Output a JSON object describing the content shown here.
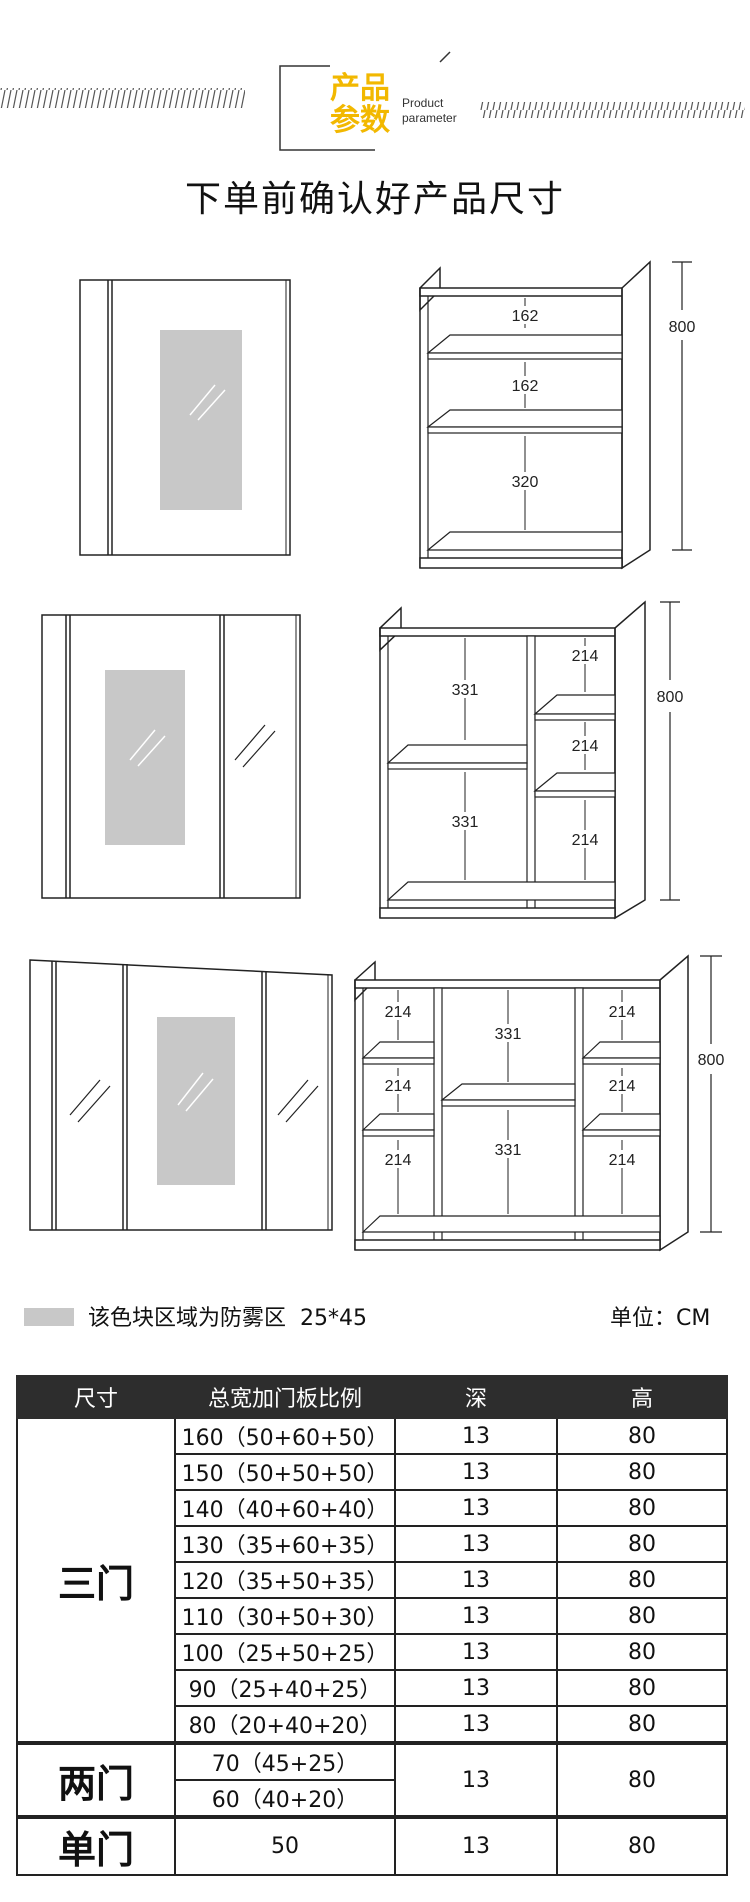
{
  "header": {
    "title_line1": "产品",
    "title_line2": "参数",
    "subtitle_en_line1": "Product",
    "subtitle_en_line2": "parameter"
  },
  "subtitle": "下单前确认好产品尺寸",
  "diagrams": {
    "single": {
      "heights": [
        "162",
        "162",
        "320"
      ],
      "total_height": "800"
    },
    "double": {
      "left": [
        "331",
        "331"
      ],
      "right": [
        "214",
        "214",
        "214"
      ],
      "total_height": "800"
    },
    "triple": {
      "left": [
        "214",
        "214",
        "214"
      ],
      "middle": [
        "331",
        "331"
      ],
      "right": [
        "214",
        "214",
        "214"
      ],
      "total_height": "800"
    }
  },
  "legend": {
    "text": "该色块区域为防雾区  25*45",
    "unit": "单位：CM",
    "swatch_color": "#c8c8c8"
  },
  "table": {
    "headers": [
      "尺寸",
      "总宽加门板比例",
      "深",
      "高"
    ],
    "groups": [
      {
        "label": "三门",
        "rows": [
          {
            "width": "160（50+60+50）",
            "depth": "13",
            "height": "80"
          },
          {
            "width": "150（50+50+50）",
            "depth": "13",
            "height": "80"
          },
          {
            "width": "140（40+60+40）",
            "depth": "13",
            "height": "80"
          },
          {
            "width": "130（35+60+35）",
            "depth": "13",
            "height": "80"
          },
          {
            "width": "120（35+50+35）",
            "depth": "13",
            "height": "80"
          },
          {
            "width": "110（30+50+30）",
            "depth": "13",
            "height": "80"
          },
          {
            "width": "100（25+50+25）",
            "depth": "13",
            "height": "80"
          },
          {
            "width": "90（25+40+25）",
            "depth": "13",
            "height": "80"
          },
          {
            "width": "80（20+40+20）",
            "depth": "13",
            "height": "80"
          }
        ]
      },
      {
        "label": "两门",
        "rows": [
          {
            "width": "70（45+25）"
          },
          {
            "width": "60（40+20）"
          }
        ],
        "depth": "13",
        "height": "80"
      },
      {
        "label": "单门",
        "rows": [
          {
            "width": "50",
            "depth": "13",
            "height": "80"
          }
        ]
      }
    ]
  }
}
